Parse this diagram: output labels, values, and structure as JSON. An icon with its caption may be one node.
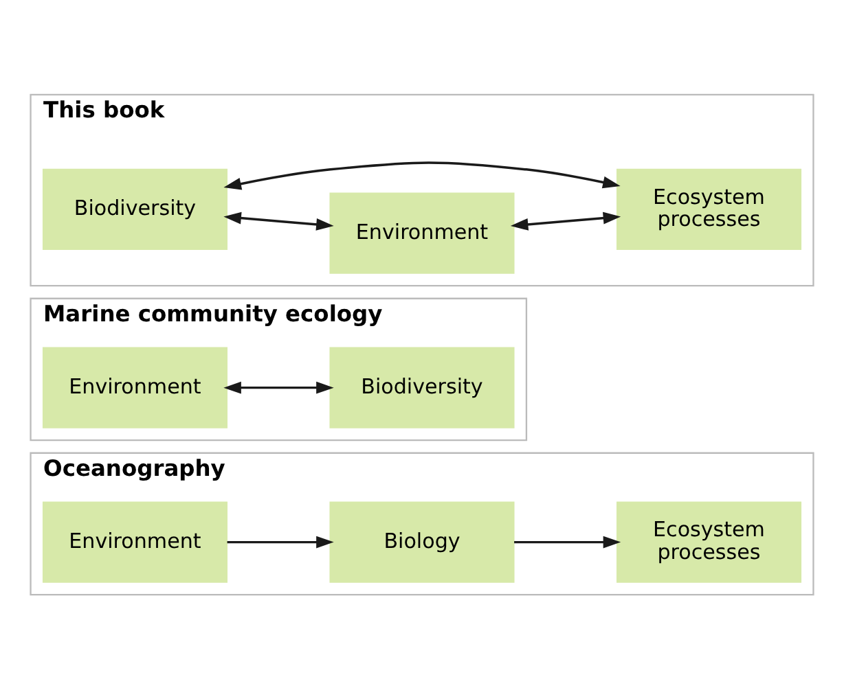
{
  "diagram": {
    "nodes": [
      {
        "text": [
          "Oceanography"
        ]
      },
      {
        "text": [
          "Environment"
        ],
        "in": 0
      },
      {
        "text": [
          "Biology"
        ],
        "in": 0
      },
      {
        "text": [
          "Ecosystem processes"
        ],
        "in": 0
      },
      {
        "text": [
          "Marine community ecology"
        ]
      },
      {
        "text": [
          "Environment"
        ],
        "in": 4
      },
      {
        "text": [
          "Biodiversity"
        ],
        "in": 4
      },
      {
        "text": [
          "This book"
        ]
      },
      {
        "text": [
          "Biodiversity"
        ],
        "in": 7
      },
      {
        "text": [
          "Environment"
        ],
        "in": 7
      },
      {
        "text": [
          "Ecosystem processes"
        ],
        "in": 7
      }
    ],
    "edges": [
      {
        "from": 1,
        "to": 2,
        "arrow": "to"
      },
      {
        "from": 2,
        "to": 3,
        "arrow": "to"
      },
      {
        "from": 5,
        "to": 6,
        "arrow": "both"
      },
      {
        "from": 8,
        "to": 9,
        "arrow": "both"
      },
      {
        "from": 8,
        "to": 10,
        "arrow": "both"
      },
      {
        "from": 9,
        "to": 10,
        "arrow": "both"
      }
    ]
  }
}
